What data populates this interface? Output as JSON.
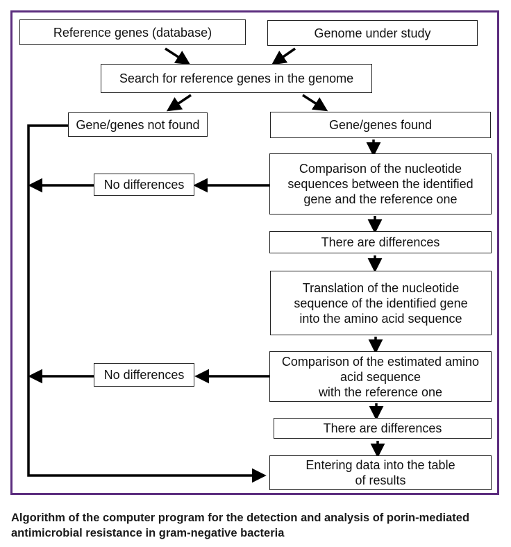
{
  "diagram": {
    "boxes": {
      "ref_genes": "Reference genes (database)",
      "genome": "Genome under study",
      "search": "Search for reference genes in the genome",
      "not_found": "Gene/genes not found",
      "found": "Gene/genes found",
      "compare_nucleotide": "Comparison of the nucleotide\nsequences between the identified\ngene and the reference one",
      "no_diff_1": "No differences",
      "diff_1": "There are differences",
      "translation": "Translation of the nucleotide\nsequence of the identified gene\ninto the amino acid sequence",
      "compare_amino": "Comparison of the estimated amino\nacid sequence\nwith the reference one",
      "no_diff_2": "No differences",
      "diff_2": "There are differences",
      "entering": "Entering data into the table\nof results"
    },
    "colors": {
      "frame": "#5b2c7e",
      "line": "#000000"
    }
  },
  "caption": "Algorithm of the computer program for the detection and analysis of porin-mediated antimicrobial resistance in gram-negative bacteria"
}
